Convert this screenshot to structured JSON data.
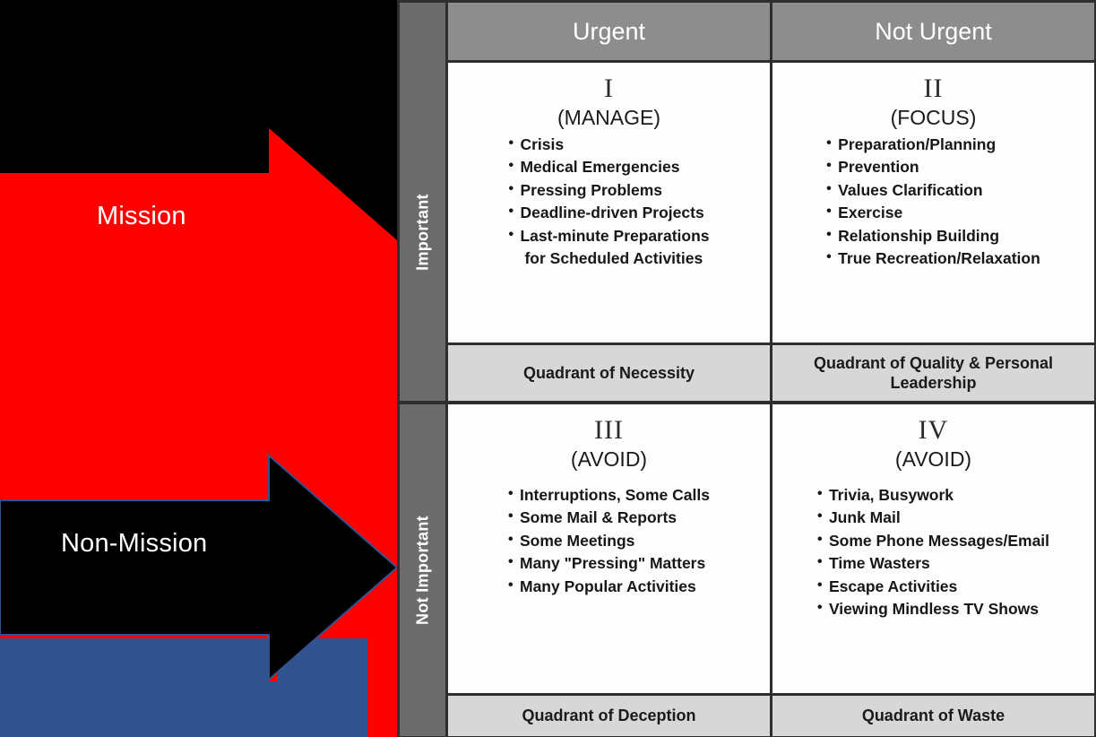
{
  "left_panel": {
    "arrows": [
      {
        "id": "mission",
        "label": "Mission",
        "color": "#ff0000",
        "text_color": "#ffffff"
      },
      {
        "id": "non-mission",
        "label": "Non-Mission",
        "color": "#000000",
        "text_color": "#ffffff"
      }
    ],
    "background_color": "#000000",
    "accent_blue": "#31538f",
    "accent_red": "#ff0000"
  },
  "matrix": {
    "corner_cell": "",
    "column_headers": [
      "Urgent",
      "Not Urgent"
    ],
    "row_labels": [
      "Important",
      "Not Important"
    ],
    "header_bg": "#8d8d8d",
    "side_bg": "#6b6b6b",
    "footer_bg": "#d7d7d7",
    "border_color": "#2e2e2e",
    "quadrants": [
      {
        "numeral": "I",
        "verb": "(MANAGE)",
        "items": [
          {
            "text": "Crisis",
            "continuation": false
          },
          {
            "text": "Medical Emergencies",
            "continuation": false
          },
          {
            "text": "Pressing Problems",
            "continuation": false
          },
          {
            "text": "Deadline-driven Projects",
            "continuation": false
          },
          {
            "text": "Last-minute Preparations",
            "continuation": false
          },
          {
            "text": "for Scheduled Activities",
            "continuation": true
          }
        ],
        "footer": "Quadrant of Necessity"
      },
      {
        "numeral": "II",
        "verb": "(FOCUS)",
        "items": [
          {
            "text": "Preparation/Planning",
            "continuation": false
          },
          {
            "text": "Prevention",
            "continuation": false
          },
          {
            "text": "Values Clarification",
            "continuation": false
          },
          {
            "text": "Exercise",
            "continuation": false
          },
          {
            "text": "Relationship Building",
            "continuation": false
          },
          {
            "text": "True Recreation/Relaxation",
            "continuation": false
          }
        ],
        "footer": "Quadrant of Quality & Personal Leadership"
      },
      {
        "numeral": "III",
        "verb": "(AVOID)",
        "items": [
          {
            "text": "Interruptions, Some Calls",
            "continuation": false
          },
          {
            "text": "Some Mail & Reports",
            "continuation": false
          },
          {
            "text": "Some Meetings",
            "continuation": false
          },
          {
            "text": "Many \"Pressing\" Matters",
            "continuation": false
          },
          {
            "text": "Many Popular Activities",
            "continuation": false
          }
        ],
        "footer": "Quadrant of Deception"
      },
      {
        "numeral": "IV",
        "verb": "(AVOID)",
        "items": [
          {
            "text": "Trivia, Busywork",
            "continuation": false
          },
          {
            "text": "Junk Mail",
            "continuation": false
          },
          {
            "text": "Some Phone Messages/Email",
            "continuation": false
          },
          {
            "text": "Time Wasters",
            "continuation": false
          },
          {
            "text": "Escape Activities",
            "continuation": false
          },
          {
            "text": "Viewing Mindless TV Shows",
            "continuation": false
          }
        ],
        "footer": "Quadrant of  Waste"
      }
    ]
  }
}
